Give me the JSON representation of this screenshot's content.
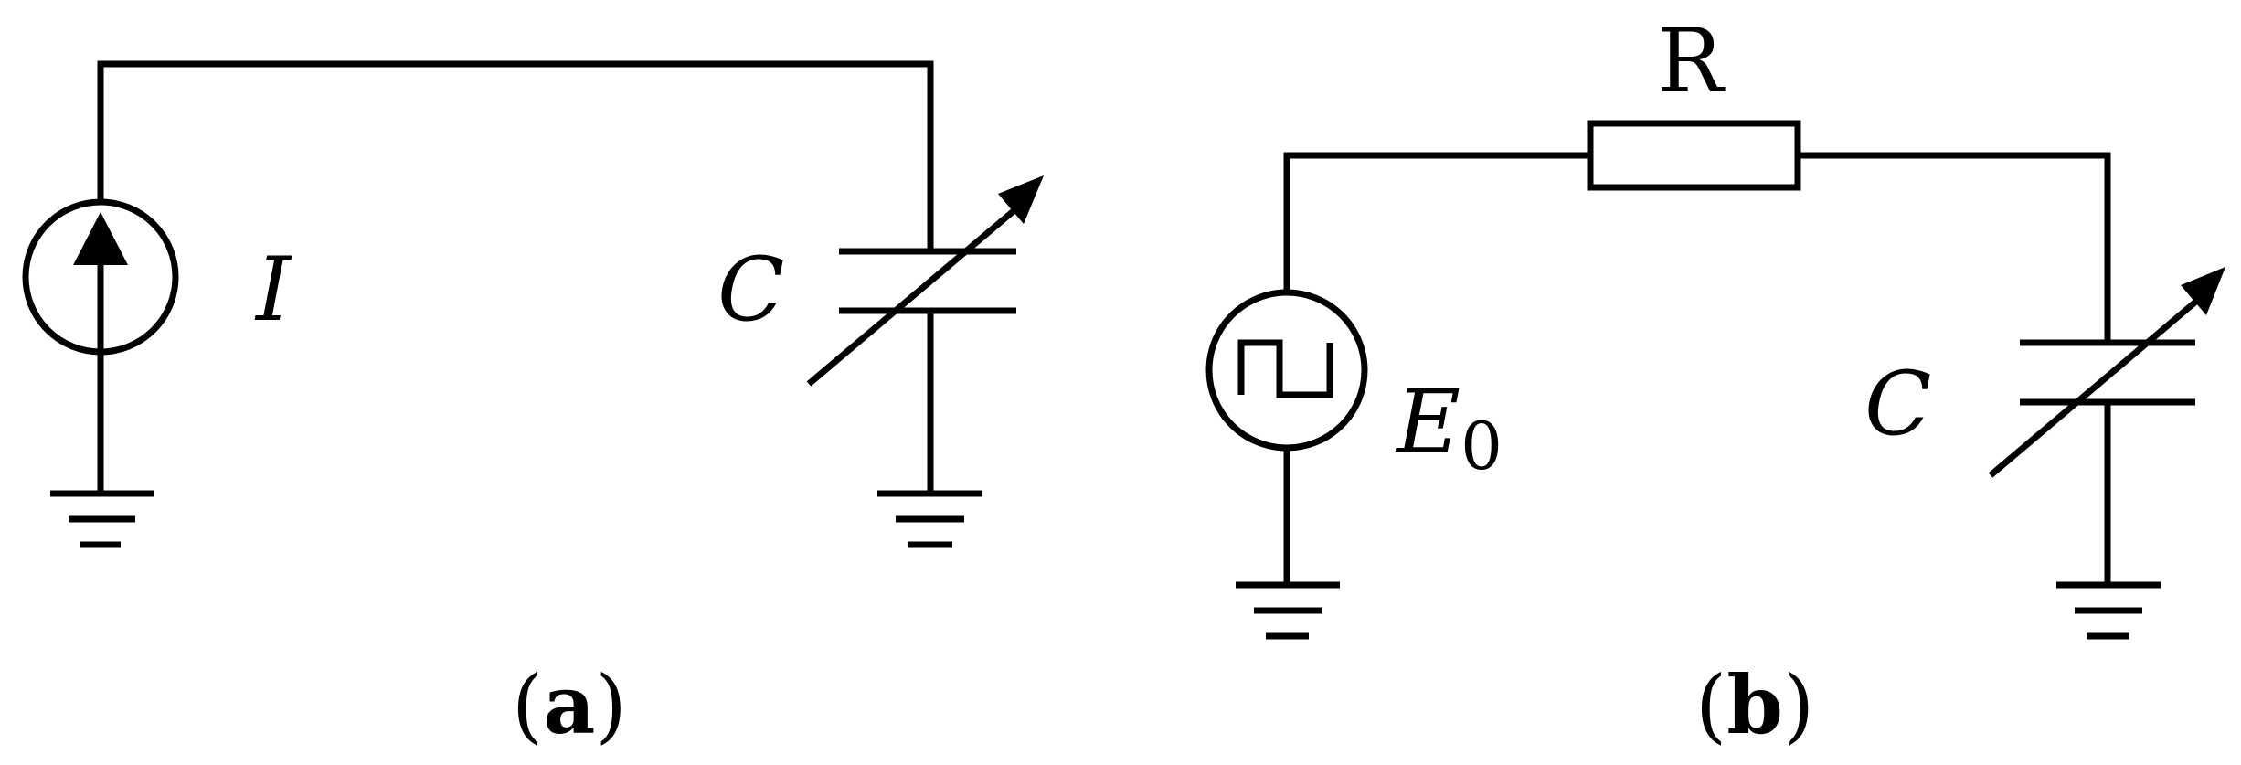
{
  "panel_a": {
    "source_label": "I",
    "capacitor_label": "C",
    "caption_open": "(",
    "caption_letter": "a",
    "caption_close": ")"
  },
  "panel_b": {
    "resistor_label": "R",
    "source_label_main": "E",
    "source_label_sub": "0",
    "capacitor_label": "C",
    "caption_open": "(",
    "caption_letter": "b",
    "caption_close": ")"
  }
}
